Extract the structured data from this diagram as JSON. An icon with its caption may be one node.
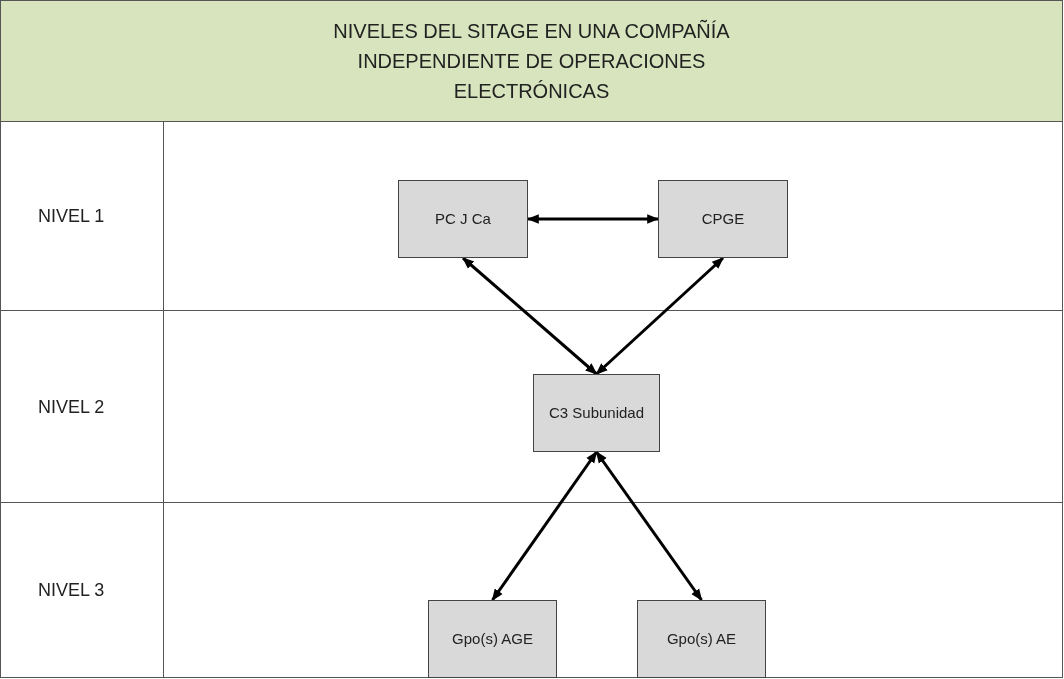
{
  "diagram": {
    "title": "NIVELES DEL SITAGE EN UNA COMPAÑÍA INDEPENDIENTE DE OPERACIONES ELECTRÓNICAS",
    "nodes": [
      {
        "text": [
          "PC J Ca"
        ]
      },
      {
        "text": [
          "CPGE"
        ]
      },
      {
        "text": [
          "C3 Subunidad"
        ]
      },
      {
        "text": [
          "Gpo(s) AGE"
        ]
      },
      {
        "text": [
          "Gpo(s) AE"
        ]
      }
    ],
    "edges": [
      {
        "from": 0,
        "to": 1,
        "arrow": "both"
      },
      {
        "from": 2,
        "to": 0,
        "arrow": "both"
      },
      {
        "from": 2,
        "to": 1,
        "arrow": "both"
      },
      {
        "from": 2,
        "to": 3,
        "arrow": "both"
      },
      {
        "from": 2,
        "to": 4,
        "arrow": "both"
      }
    ],
    "labels": [
      "NIVEL 1",
      "NIVEL 2",
      "NIVEL 3"
    ]
  }
}
